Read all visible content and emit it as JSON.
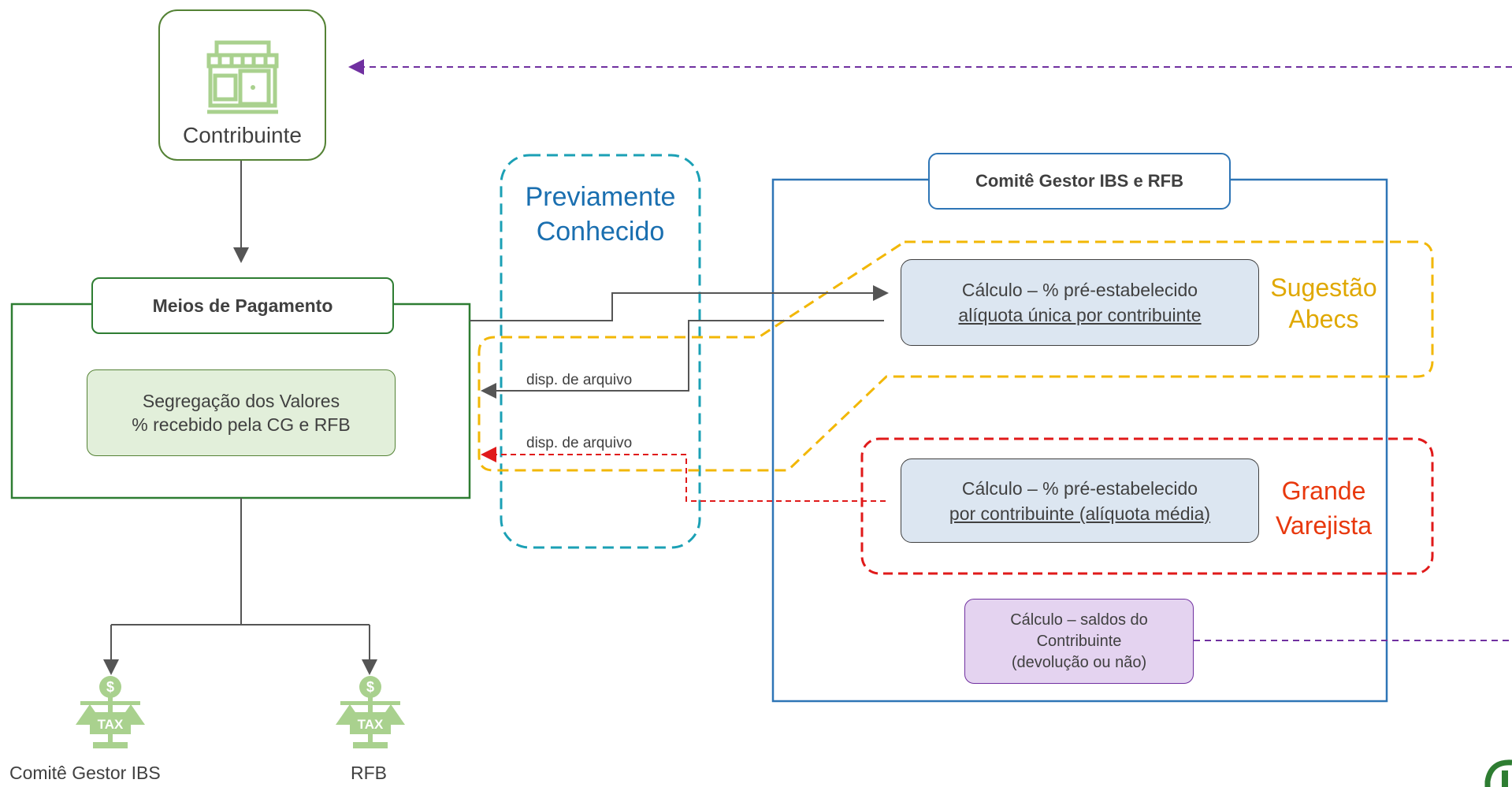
{
  "contribuinte": {
    "label": "Contribuinte",
    "icon": "store-icon"
  },
  "meios": {
    "title": "Meios de Pagamento",
    "segregacao_line1": "Segregação dos Valores",
    "segregacao_line2": "% recebido pela CG e RFB"
  },
  "previamente": {
    "line1": "Previamente",
    "line2": "Conhecido"
  },
  "comite": {
    "title": "Comitê Gestor IBS e RFB",
    "calc1_line1": "Cálculo – % pré-estabelecido",
    "calc1_line2": "alíquota única por contribuinte",
    "calc2_line1": "Cálculo – % pré-estabelecido",
    "calc2_line2": "por contribuinte (alíquota média)",
    "calc3_line1": "Cálculo – saldos do",
    "calc3_line2": "Contribuinte",
    "calc3_line3": "(devolução ou não)"
  },
  "sugestao": {
    "line1": "Sugestão",
    "line2": "Abecs"
  },
  "grande": {
    "line1": "Grande",
    "line2": "Varejista"
  },
  "arrows": {
    "disp1": "disp. de arquivo",
    "disp2": "disp. de arquivo"
  },
  "destinos": {
    "comite_label": "Comitê Gestor IBS",
    "rfb_label": "RFB",
    "icon": "tax-scale-icon"
  },
  "colors": {
    "green_dark": "#2e7d32",
    "green_light": "#e2efda",
    "green_icon": "#a9d18e",
    "blue": "#2e75b6",
    "blue_light": "#dce6f1",
    "teal": "#1ba0b5",
    "teal_text": "#1a6fb0",
    "yellow": "#f2b705",
    "yellow_text": "#e0a800",
    "red": "#e01a1a",
    "red_text": "#e8380d",
    "purple": "#7030a0",
    "purple_light": "#e4d3f0"
  }
}
